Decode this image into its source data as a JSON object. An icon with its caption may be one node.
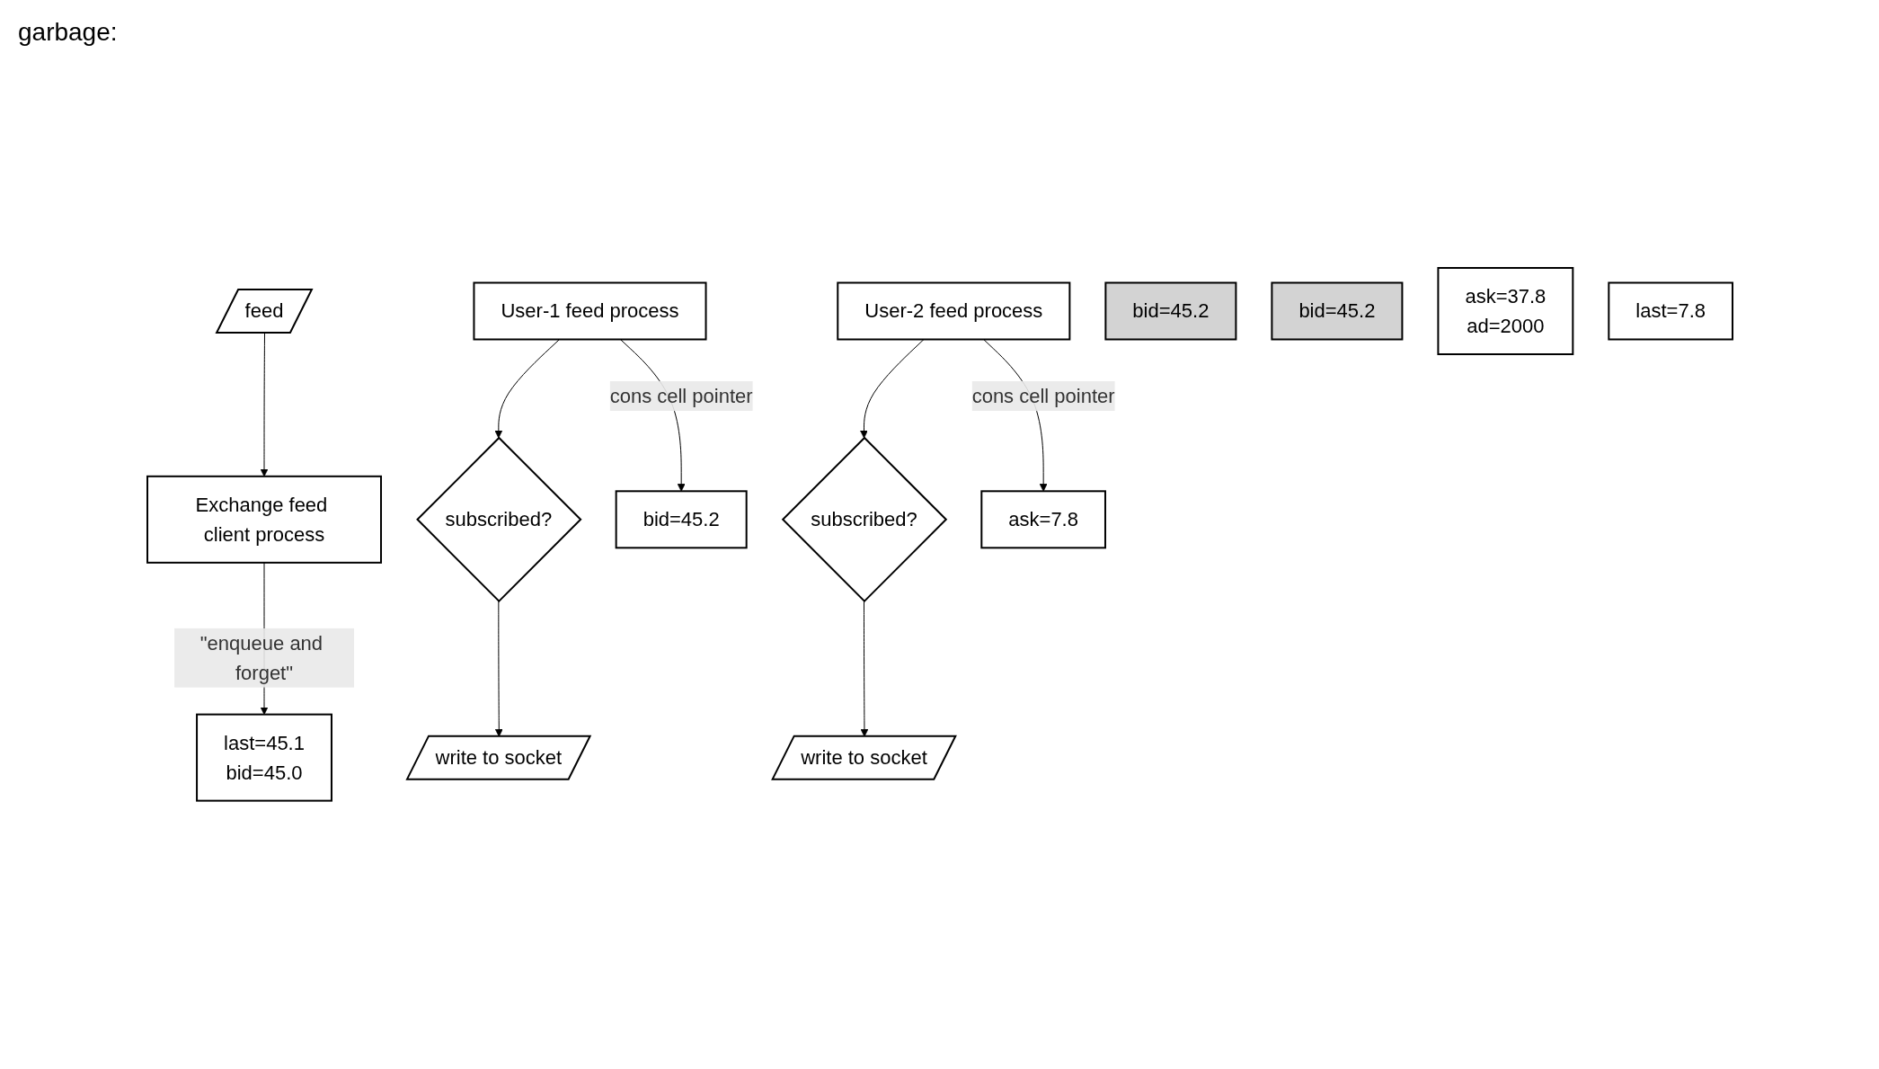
{
  "diagram": {
    "nodes": [
      {
        "text": [
          "write to socket"
        ]
      },
      {
        "text": [
          "write to socket"
        ]
      },
      {
        "text": [
          "feed"
        ]
      },
      {
        "text": [
          "subscribed?"
        ]
      },
      {
        "text": [
          "subscribed?"
        ]
      },
      {
        "text": [
          "User-1 feed process"
        ]
      },
      {
        "text": [
          "User-2 feed process"
        ]
      },
      {
        "text": [
          "Exchange feed client process"
        ]
      },
      {
        "text": [
          "bid=45.2"
        ]
      },
      {
        "text": [
          "bid=45.2"
        ]
      },
      {
        "text": [
          "bid=45.2"
        ]
      },
      {
        "text": [
          "ask=37.8",
          "ad=2000"
        ]
      },
      {
        "text": [
          "ask=7.8"
        ]
      },
      {
        "text": [
          "last=7.8"
        ]
      },
      {
        "text": [
          "last=45.1",
          "bid=45.0"
        ]
      }
    ],
    "edges": [
      {
        "from": 5,
        "to": 3,
        "arrow": "to"
      },
      {
        "from": 3,
        "to": 0,
        "arrow": "to"
      },
      {
        "from": 6,
        "to": 4,
        "arrow": "to"
      },
      {
        "from": 4,
        "to": 1,
        "arrow": "to"
      },
      {
        "from": 2,
        "to": 7,
        "arrow": "to"
      },
      {
        "from": 5,
        "to": 10,
        "arrow": "to",
        "label": "cons cell pointer"
      },
      {
        "from": 6,
        "to": 12,
        "arrow": "to",
        "label": "cons cell pointer"
      },
      {
        "from": 7,
        "to": 14,
        "arrow": "to",
        "label": "\"enqueue and forget\""
      }
    ],
    "labels": [
      "garbage:"
    ]
  }
}
